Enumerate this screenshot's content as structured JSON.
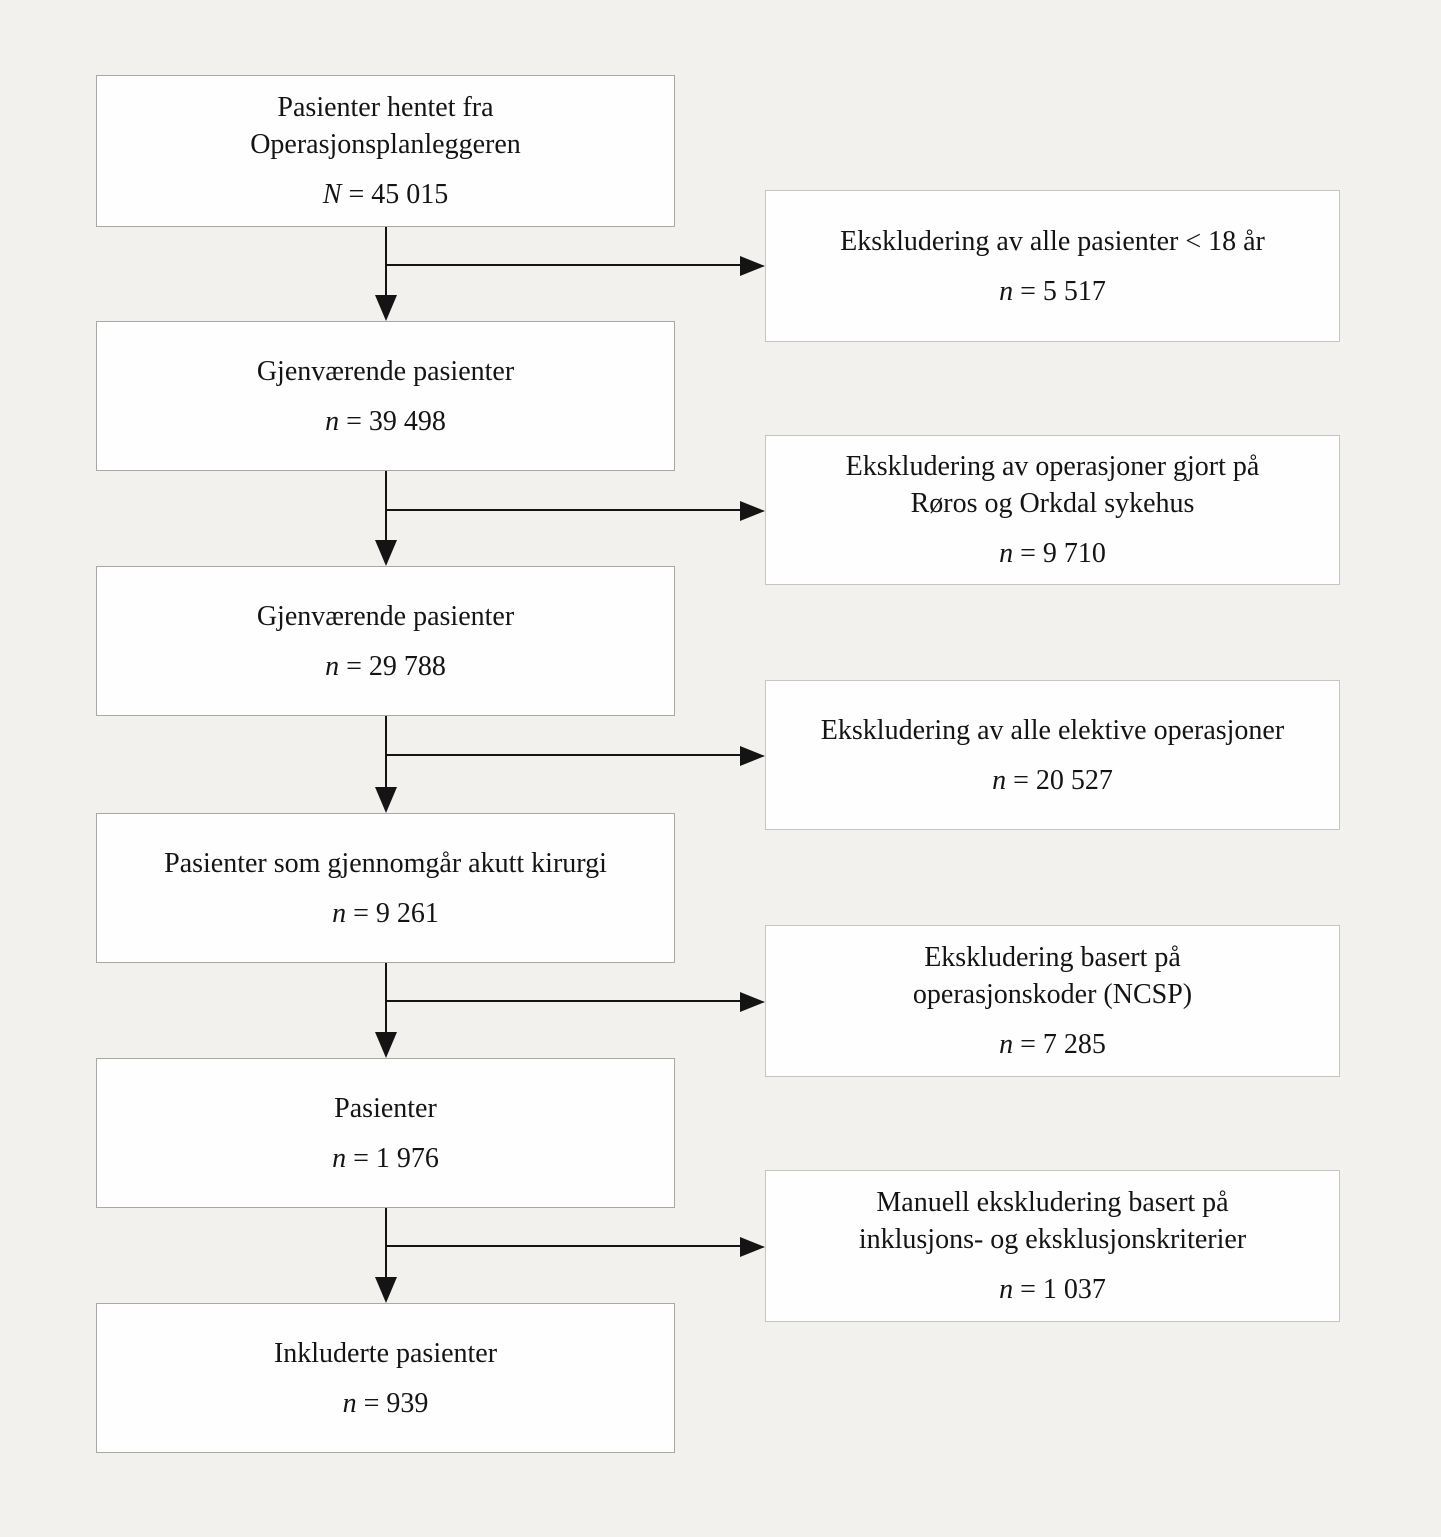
{
  "figure": {
    "type": "flowchart",
    "description_colors": {
      "background": "#f2f1ed",
      "box_fill": "#fefefe",
      "main_box_border": "#a9a8a5",
      "side_box_border": "#c6c5c2",
      "line_color": "#141414"
    },
    "main_boxes": [
      {
        "lines": [
          "Pasienter hentet fra",
          "Operasjonsplanleggeren"
        ],
        "stat": "N = 45 015"
      },
      {
        "lines": [
          "Gjenværende pasienter"
        ],
        "stat": "n = 39 498"
      },
      {
        "lines": [
          "Gjenværende pasienter"
        ],
        "stat": "n = 29 788"
      },
      {
        "lines": [
          "Pasienter som gjennomgår akutt kirurgi"
        ],
        "stat": "n = 9 261"
      },
      {
        "lines": [
          "Pasienter"
        ],
        "stat": "n = 1 976"
      },
      {
        "lines": [
          "Inkluderte pasienter"
        ],
        "stat": "n = 939"
      }
    ],
    "exclusion_boxes": [
      {
        "lines": [
          "Ekskludering av alle pasienter < 18 år"
        ],
        "stat": "n = 5 517"
      },
      {
        "lines": [
          "Ekskludering av operasjoner gjort på",
          "Røros og Orkdal sykehus"
        ],
        "stat": "n = 9 710"
      },
      {
        "lines": [
          "Ekskludering av alle elektive operasjoner"
        ],
        "stat": "n = 20 527"
      },
      {
        "lines": [
          "Ekskludering basert på",
          "operasjonskoder (NCSP)"
        ],
        "stat": "n = 7 285"
      },
      {
        "lines": [
          "Manuell ekskludering basert på",
          "inklusjons- og eksklusjonskriterier"
        ],
        "stat": "n = 1 037"
      }
    ]
  }
}
